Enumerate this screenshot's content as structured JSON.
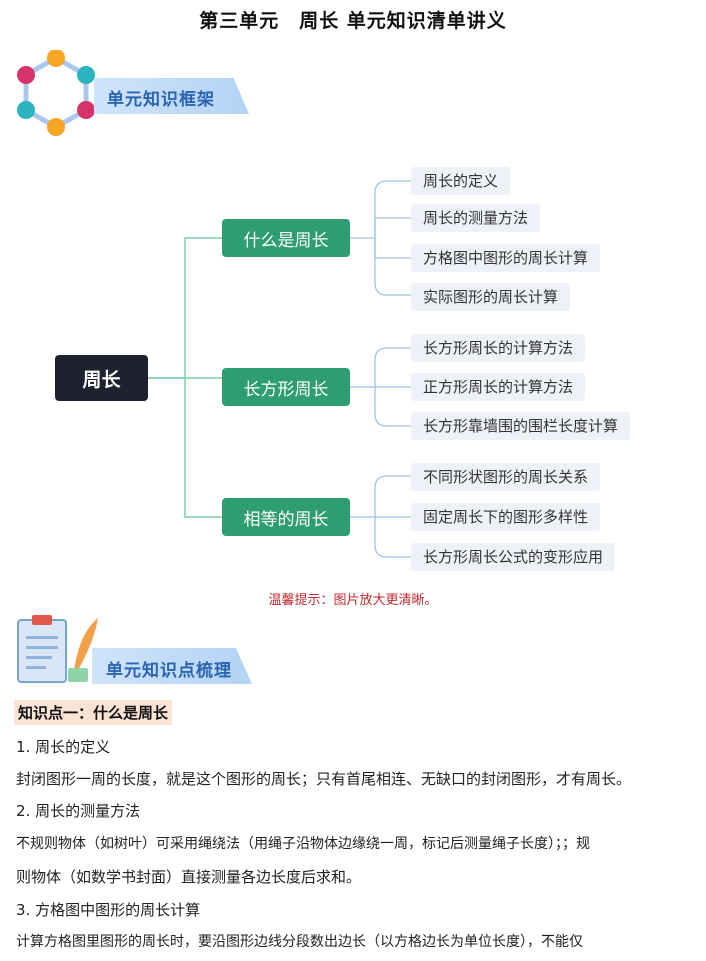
{
  "title": "第三单元　周长  单元知识清单讲义",
  "banners": {
    "framework": "单元知识框架",
    "knowledge": "单元知识点梳理"
  },
  "mindmap": {
    "root": "周长",
    "branches": [
      {
        "label": "什么是周长",
        "leaves": [
          "周长的定义",
          "周长的测量方法",
          "方格图中图形的周长计算",
          "实际图形的周长计算"
        ]
      },
      {
        "label": "长方形周长",
        "leaves": [
          "长方形周长的计算方法",
          "正方形周长的计算方法",
          "长方形靠墙围的围栏长度计算"
        ]
      },
      {
        "label": "相等的周长",
        "leaves": [
          "不同形状图形的周长关系",
          "固定周长下的图形多样性",
          "长方形周长公式的变形应用"
        ]
      }
    ]
  },
  "hint": "温馨提示：图片放大更清晰。",
  "knowledge_point": {
    "heading": "知识点一：什么是周长",
    "lines": [
      "1. 周长的定义",
      "封闭图形一周的长度，就是这个图形的周长；只有首尾相连、无缺口的封闭图形，才有周长。",
      "2. 周长的测量方法",
      "不规则物体（如树叶）可采用绳绕法（用绳子沿物体边缘绕一周，标记后测量绳子长度）；；规",
      "则物体（如数学书封面）直接测量各边长度后求和。",
      "3. 方格图中图形的周长计算",
      "计算方格图里图形的周长时，要沿图形边线分段数出边长（以方格边长为单位长度），不能仅"
    ]
  },
  "colors": {
    "root_bg": "#1e2130",
    "branch_bg": "#2e9e72",
    "leaf_bg": "#eef2f8",
    "hint_red": "#c0282d",
    "banner_blue": "#2a64b0"
  },
  "icons": [
    "hexagon-molecule-icon",
    "clipboard-quill-icon"
  ]
}
